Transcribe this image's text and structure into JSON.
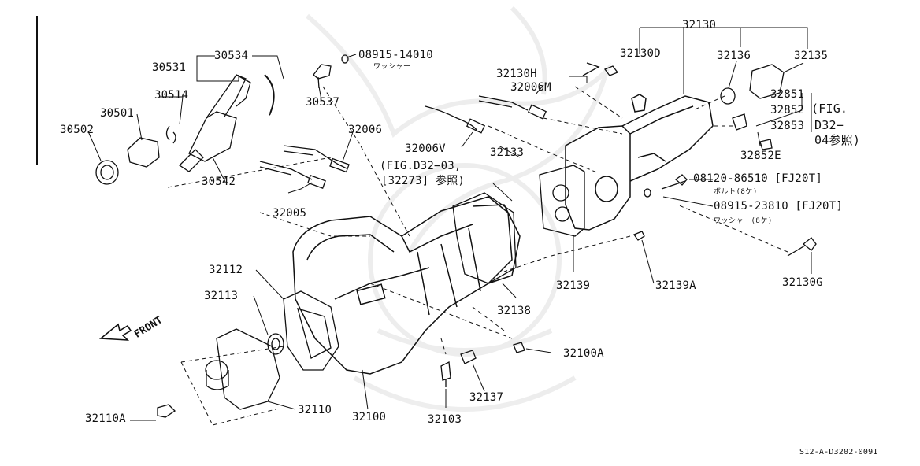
{
  "diagram": {
    "parts": {
      "p30534": "30534",
      "p30531": "30531",
      "p30514": "30514",
      "p30501": "30501",
      "p30502": "30502",
      "p30542": "30542",
      "p30537": "30537",
      "p0891514010": "08915-14010",
      "p0891514010_note": "ワッシャー",
      "p32006": "32006",
      "p32005": "32005",
      "p32006v": "32006V",
      "p32130h": "32130H",
      "p32006m": "32006M",
      "p32130d": "32130D",
      "p32130": "32130",
      "p32136": "32136",
      "p32135": "32135",
      "p32851": "32851",
      "p32852": "32852",
      "p32853": "32853",
      "fig_ref_right_1": "(FIG.",
      "fig_ref_right_2": "D32−",
      "fig_ref_right_3": "04参照)",
      "p32852e": "32852E",
      "p32133": "32133",
      "fig_ref_mid_1": "(FIG.D32−03,",
      "fig_ref_mid_2": "[32273] 参照)",
      "p0812086510": "08120-86510 [FJ20T]",
      "p0812086510_note": "ボルト(8ケ)",
      "p0891523810": "08915-23810 [FJ20T]",
      "p0891523810_note": "ワッシャー(8ケ)",
      "p32139": "32139",
      "p32139a": "32139A",
      "p32130g": "32130G",
      "p32138": "32138",
      "p32112": "32112",
      "p32113": "32113",
      "p32100a": "32100A",
      "p32137": "32137",
      "p32110": "32110",
      "p32110a": "32110A",
      "p32100": "32100",
      "p32103": "32103"
    },
    "front_label": "FRONT",
    "image_code": "S12-A-D3202-0091"
  }
}
